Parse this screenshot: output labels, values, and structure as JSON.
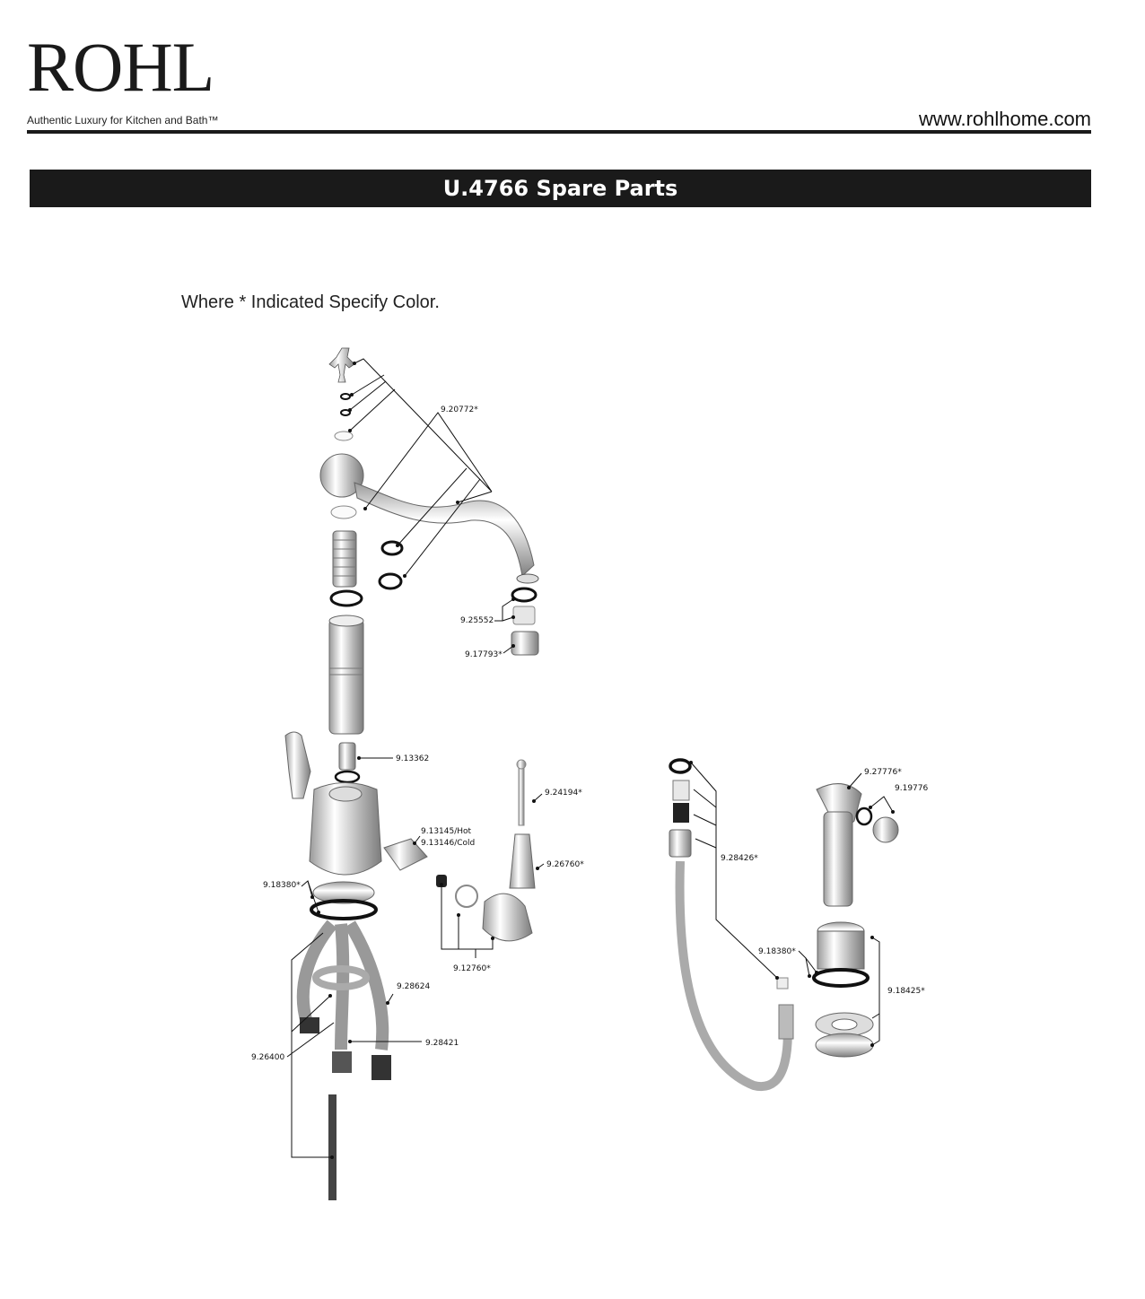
{
  "brand": {
    "logo_text": "ROHL",
    "tagline": "Authentic Luxury for Kitchen and Bath™",
    "website": "www.rohlhome.com"
  },
  "title": "U.4766 Spare Parts",
  "note": "Where * Indicated Specify Color.",
  "part_labels": {
    "p1": "9.20772*",
    "p2": "9.25552",
    "p3": "9.17793*",
    "p4": "9.13362",
    "p5": "9.24194*",
    "p6": "9.13145/Hot",
    "p7": "9.13146/Cold",
    "p8": "9.26760*",
    "p9": "9.18380*",
    "p10": "9.12760*",
    "p11": "9.28624",
    "p12": "9.28421",
    "p13": "9.26400",
    "p14": "9.27776*",
    "p15": "9.19776",
    "p16": "9.28426*",
    "p17": "9.18380*",
    "p18": "9.18425*"
  },
  "colors": {
    "ink": "#1a1a1a",
    "chrome_light": "#f4f4f4",
    "chrome_dark": "#8a8a8a",
    "hose": "#b8b8b8"
  }
}
